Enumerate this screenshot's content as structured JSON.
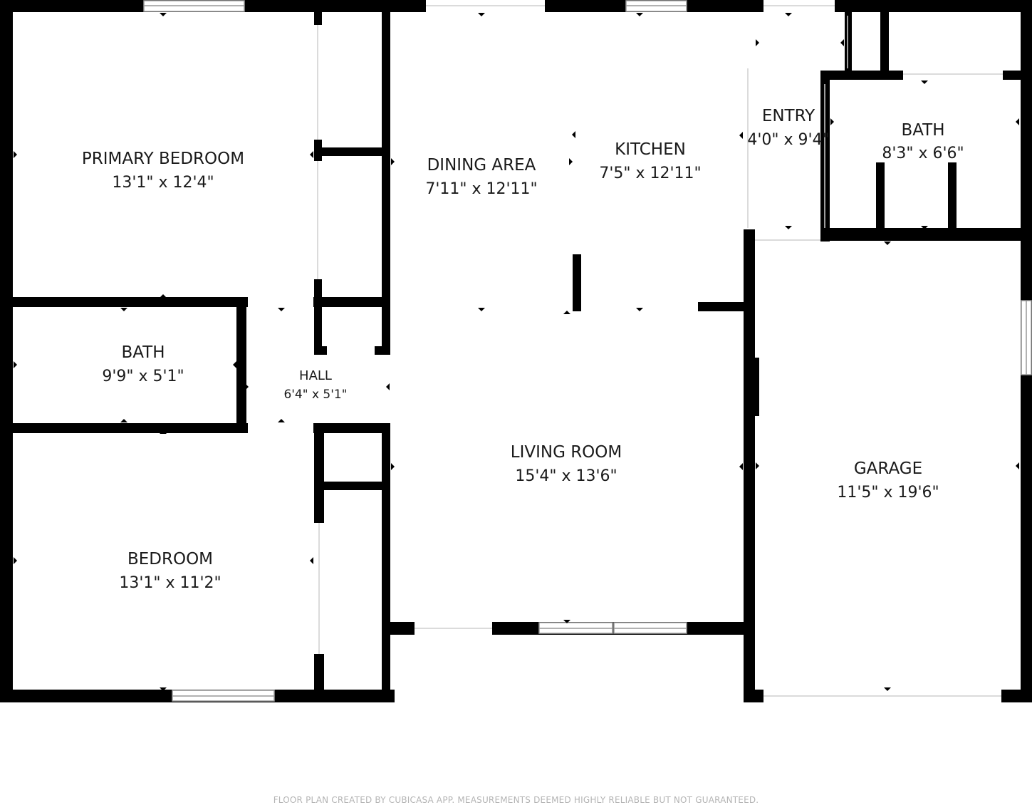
{
  "rooms": {
    "primary_bedroom": {
      "name": "PRIMARY BEDROOM",
      "dims": "13'1\" x 12'4\""
    },
    "bath_left": {
      "name": "BATH",
      "dims": "9'9\" x 5'1\""
    },
    "hall": {
      "name": "HALL",
      "dims": "6'4\" x 5'1\""
    },
    "bedroom": {
      "name": "BEDROOM",
      "dims": "13'1\" x 11'2\""
    },
    "dining_area": {
      "name": "DINING AREA",
      "dims": "7'11\" x 12'11\""
    },
    "kitchen": {
      "name": "KITCHEN",
      "dims": "7'5\" x 12'11\""
    },
    "living_room": {
      "name": "LIVING ROOM",
      "dims": "15'4\" x 13'6\""
    },
    "entry": {
      "name": "ENTRY",
      "dims": "4'0\" x 9'4\""
    },
    "bath_right": {
      "name": "BATH",
      "dims": "8'3\" x 6'6\""
    },
    "garage": {
      "name": "GARAGE",
      "dims": "11'5\" x 19'6\""
    }
  },
  "footer": "FLOOR PLAN CREATED BY CUBICASA APP. MEASUREMENTS DEEMED HIGHLY RELIABLE BUT NOT GUARANTEED.",
  "colors": {
    "wall": "#000000",
    "background": "#ffffff",
    "window": "#cfcfcf",
    "footer_text": "#b4b4b4"
  }
}
